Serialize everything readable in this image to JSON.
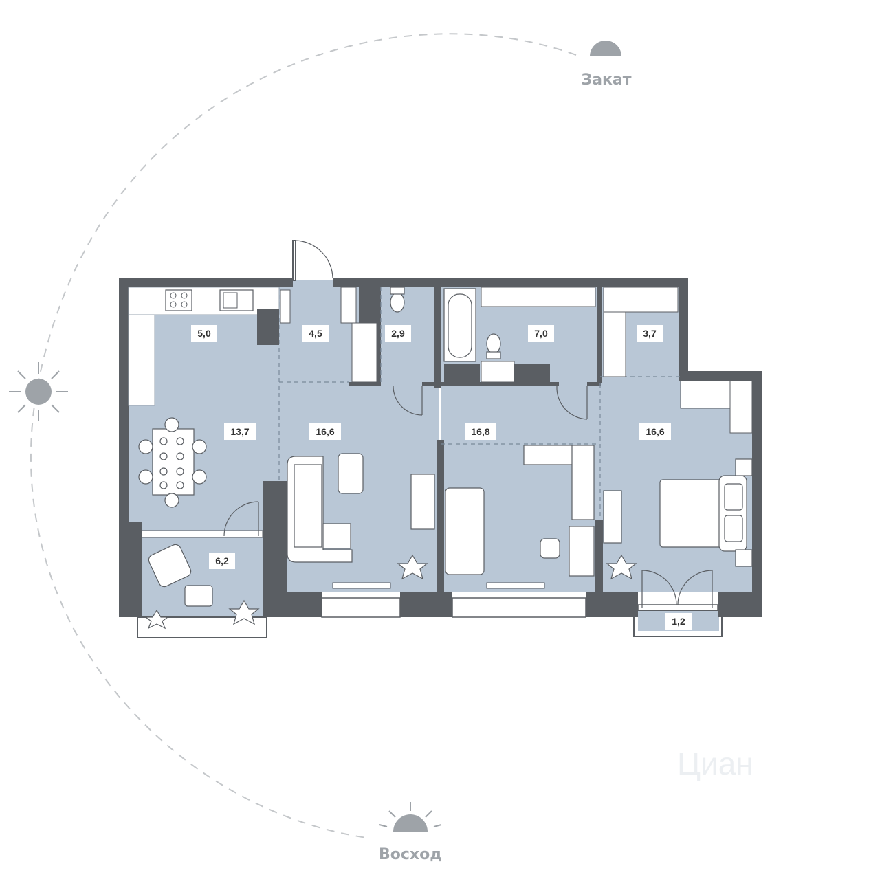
{
  "sun": {
    "sunset_label": "Закат",
    "sunrise_label": "Восход"
  },
  "rooms": {
    "kitchen_unit": "5,0",
    "hall_entry": "4,5",
    "wc": "2,9",
    "bathroom": "7,0",
    "wardrobe": "3,7",
    "dining": "13,7",
    "living": "16,6",
    "corridor_study": "16,8",
    "bedroom": "16,6",
    "loggia": "6,2",
    "balcony": "1,2"
  },
  "watermark": "Циан",
  "colors": {
    "room_fill": "#b9c7d6",
    "wall": "#5a5e63",
    "sun": "#9ea3a8",
    "furniture": "#ffffff"
  }
}
